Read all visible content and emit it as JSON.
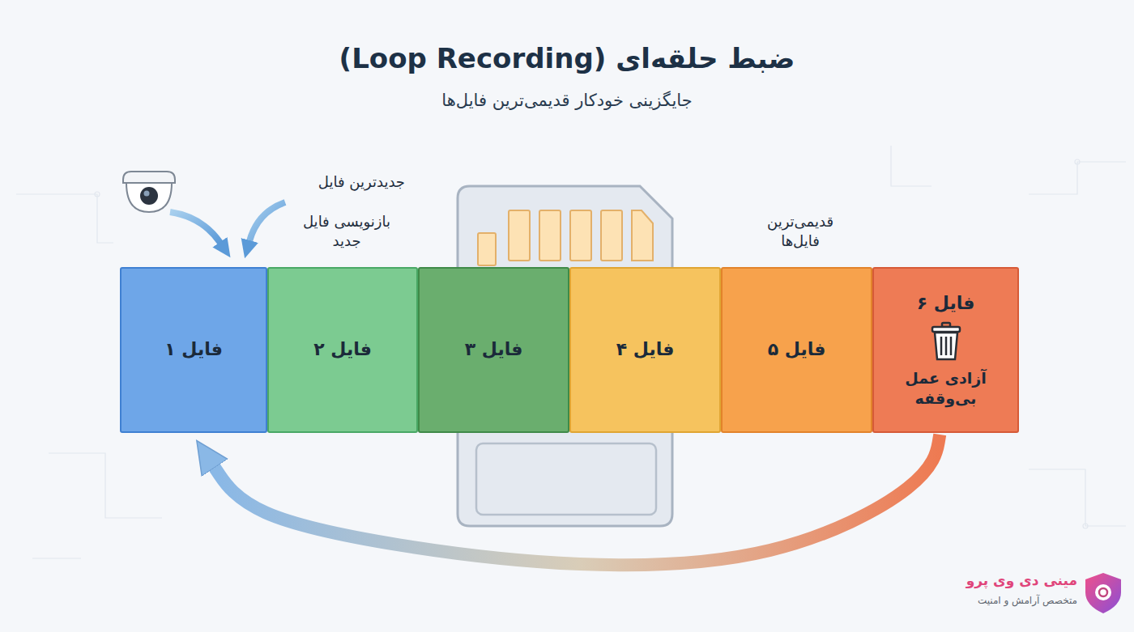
{
  "diagram": {
    "title": "ضبط حلقه‌ای (Loop Recording)",
    "caption": "جایگزینی خودکار قدیمی‌ترین فایل‌ها",
    "nodes": [
      {
        "text": [
          "فایل ۱"
        ]
      },
      {
        "text": [
          "فایل ۲"
        ]
      },
      {
        "text": [
          "فایل ۳"
        ]
      },
      {
        "text": [
          "فایل ۴"
        ]
      },
      {
        "text": [
          "فایل ۵"
        ]
      },
      {
        "text": [
          "فایل ۶",
          "آزادی عمل بی‌وقفه"
        ]
      }
    ],
    "edges": [
      {
        "from": 5,
        "to": 0,
        "arrow": "to"
      }
    ],
    "labels": [
      "جدیدترین فایل",
      "بازنویسی فایل جدید",
      "قدیمی‌ترین فایل‌ها",
      "مینی دی وی پرو",
      "متخصص آرامش و امنیت"
    ]
  }
}
